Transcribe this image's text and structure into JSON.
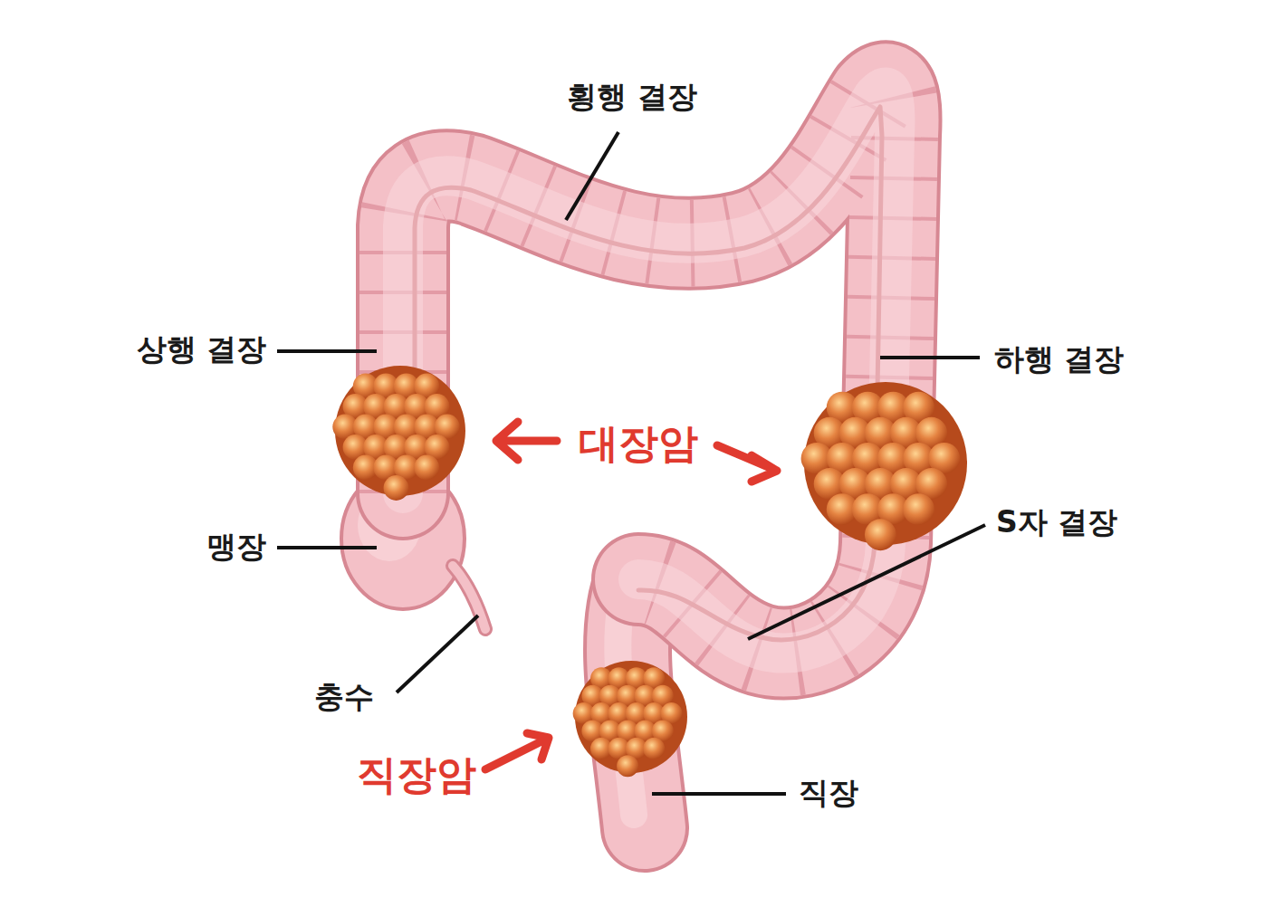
{
  "diagram": {
    "labels": [
      "횡행 결장",
      "상행 결장",
      "하행 결장",
      "대장암",
      "S자 결장",
      "맹장",
      "충수",
      "직장암",
      "직장"
    ]
  }
}
